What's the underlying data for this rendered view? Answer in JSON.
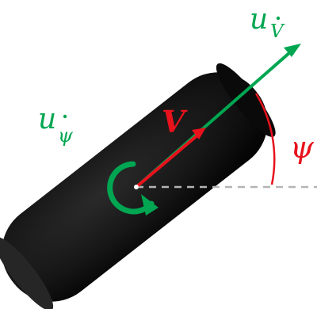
{
  "labels": {
    "u_symbol": "u",
    "v_dot_subscript": "V",
    "psi_dot_subscript": "ψ",
    "velocity": "V",
    "angle": "ψ"
  },
  "colors": {
    "green": "#00a651",
    "red": "#e8121c",
    "wheel": "#141414",
    "dash": "#b4b4b4"
  },
  "icons": {
    "wheel": "wheel-icon",
    "rotation": "counterclockwise-rotation-icon"
  }
}
